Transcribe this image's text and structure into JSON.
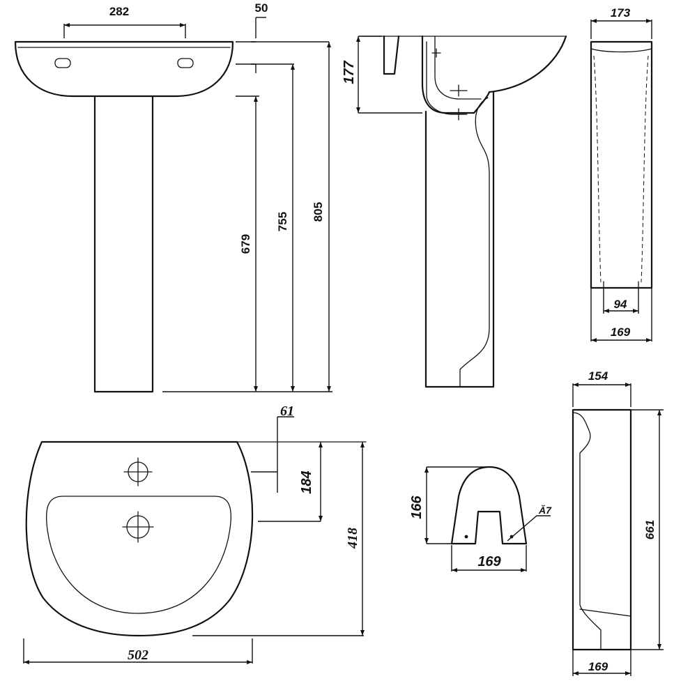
{
  "dimensions": {
    "front_tap_spacing": "282",
    "front_top_offset": "50",
    "front_pedestal_height": "679",
    "front_basin_bottom_height": "755",
    "front_total_height": "805",
    "side_basin_depth": "177",
    "ped_front_top_width": "173",
    "ped_front_inner_width": "94",
    "ped_front_bottom_width": "169",
    "top_tap_offset": "61",
    "top_hole_to_rim": "184",
    "top_total_depth": "418",
    "top_total_width": "502",
    "section_height": "166",
    "section_width": "169",
    "section_hole": "Ă7",
    "ped_side_top_width": "154",
    "ped_side_height": "661",
    "ped_side_bottom_width": "169"
  }
}
